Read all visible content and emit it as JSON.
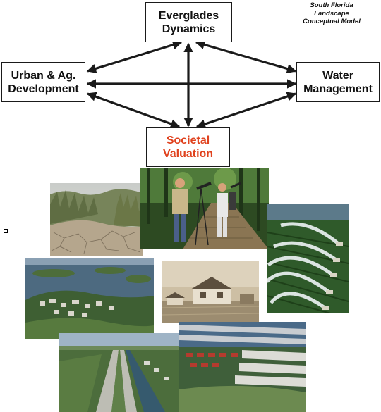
{
  "caption": {
    "line1": "South Florida",
    "line2": "Landscape",
    "line3": "Conceptual Model"
  },
  "nodes": {
    "everglades": {
      "line1": "Everglades",
      "line2": "Dynamics"
    },
    "urban": {
      "line1": "Urban & Ag.",
      "line2": "Development"
    },
    "water": {
      "line1": "Water",
      "line2": "Management"
    },
    "societal": {
      "line1": "Societal",
      "line2": "Valuation"
    }
  },
  "colors": {
    "box_border": "#1a1a1a",
    "arrow": "#1a1a1a",
    "societal_text": "#e0421e"
  },
  "photos": [
    {
      "id": "birdwatchers-boardwalk",
      "depicts": "people with binoculars and spotting scope on a boardwalk"
    },
    {
      "id": "dry-marsh",
      "depicts": "cracked dry soil with marsh grass"
    },
    {
      "id": "irrigation-sprinklers",
      "depicts": "irrigation sprinklers over a crop field"
    },
    {
      "id": "aerial-flooded-town",
      "depicts": "aerial view of a flooded community"
    },
    {
      "id": "historic-flood-house",
      "depicts": "sepia photo of flooded houses"
    },
    {
      "id": "greenhouses-housing",
      "depicts": "greenhouses next to a housing development"
    },
    {
      "id": "canal-highway",
      "depicts": "aerial view of a canal and levee road"
    }
  ]
}
